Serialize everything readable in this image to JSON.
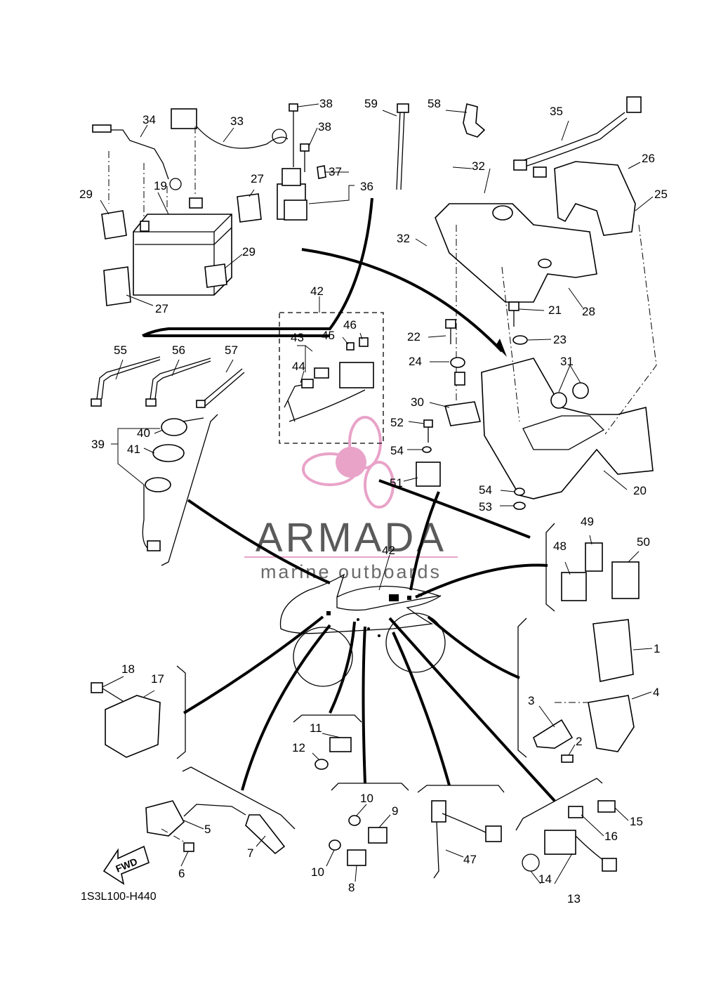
{
  "diagram": {
    "code": "1S3L100-H440",
    "fwd_label": "FWD",
    "watermark": {
      "brand": "ARMADA",
      "subtitle": "marine outboards",
      "accent_color": "#e9a3c9",
      "text_color": "#5a5a5a"
    },
    "callouts": [
      {
        "n": "1"
      },
      {
        "n": "2"
      },
      {
        "n": "3"
      },
      {
        "n": "4"
      },
      {
        "n": "5"
      },
      {
        "n": "6"
      },
      {
        "n": "7"
      },
      {
        "n": "8"
      },
      {
        "n": "9"
      },
      {
        "n": "10"
      },
      {
        "n": "10"
      },
      {
        "n": "11"
      },
      {
        "n": "12"
      },
      {
        "n": "13"
      },
      {
        "n": "14"
      },
      {
        "n": "15"
      },
      {
        "n": "16"
      },
      {
        "n": "17"
      },
      {
        "n": "18"
      },
      {
        "n": "19"
      },
      {
        "n": "20"
      },
      {
        "n": "21"
      },
      {
        "n": "22"
      },
      {
        "n": "23"
      },
      {
        "n": "24"
      },
      {
        "n": "25"
      },
      {
        "n": "26"
      },
      {
        "n": "27"
      },
      {
        "n": "27"
      },
      {
        "n": "28"
      },
      {
        "n": "29"
      },
      {
        "n": "29"
      },
      {
        "n": "30"
      },
      {
        "n": "31"
      },
      {
        "n": "32"
      },
      {
        "n": "32"
      },
      {
        "n": "33"
      },
      {
        "n": "34"
      },
      {
        "n": "35"
      },
      {
        "n": "36"
      },
      {
        "n": "37"
      },
      {
        "n": "38"
      },
      {
        "n": "38"
      },
      {
        "n": "39"
      },
      {
        "n": "40"
      },
      {
        "n": "41"
      },
      {
        "n": "42"
      },
      {
        "n": "42"
      },
      {
        "n": "43"
      },
      {
        "n": "44"
      },
      {
        "n": "45"
      },
      {
        "n": "46"
      },
      {
        "n": "47"
      },
      {
        "n": "48"
      },
      {
        "n": "49"
      },
      {
        "n": "50"
      },
      {
        "n": "51"
      },
      {
        "n": "52"
      },
      {
        "n": "53"
      },
      {
        "n": "54"
      },
      {
        "n": "54"
      },
      {
        "n": "55"
      },
      {
        "n": "56"
      },
      {
        "n": "57"
      },
      {
        "n": "58"
      },
      {
        "n": "59"
      }
    ]
  }
}
